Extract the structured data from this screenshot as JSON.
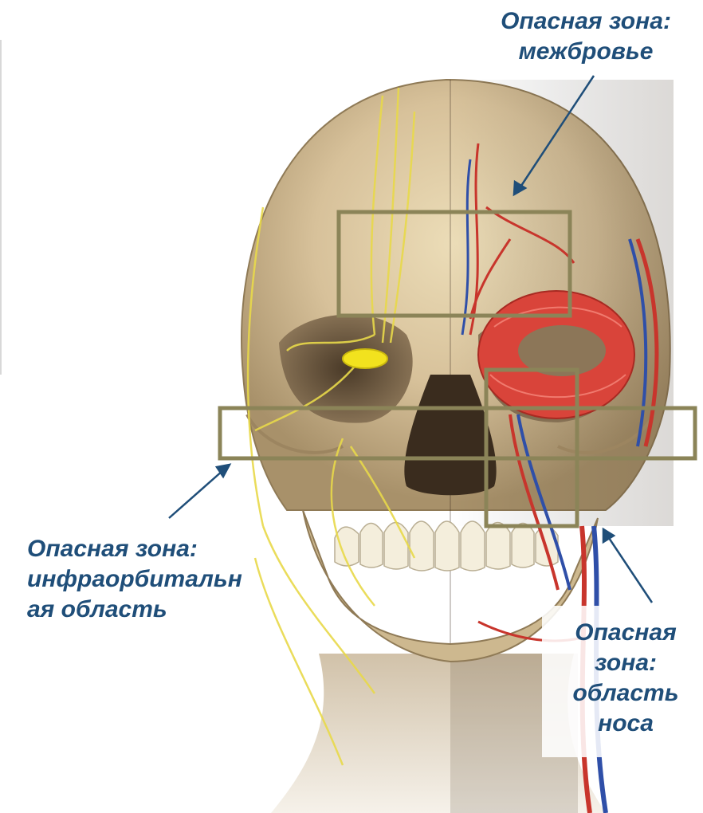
{
  "annotations": {
    "glabella": {
      "lines": [
        "Опасная зона:",
        "межбровье"
      ]
    },
    "infraorbital": {
      "lines": [
        "Опасная зона:",
        "инфраорбитальн",
        "ая область"
      ]
    },
    "nose": {
      "lines": [
        "Опасная",
        "зона:",
        "область",
        "носа"
      ]
    }
  },
  "colors": {
    "label_text": "#1F4E79",
    "zone_box": "#8B8458",
    "arrow": "#1F4E79",
    "nerve": "#E8D94A",
    "artery": "#C8352C",
    "vein": "#2F4FA8",
    "muscle": "#D9443A",
    "bone": "#D8C6A0"
  },
  "image": {
    "subject": "skull-anatomy-illustration"
  }
}
